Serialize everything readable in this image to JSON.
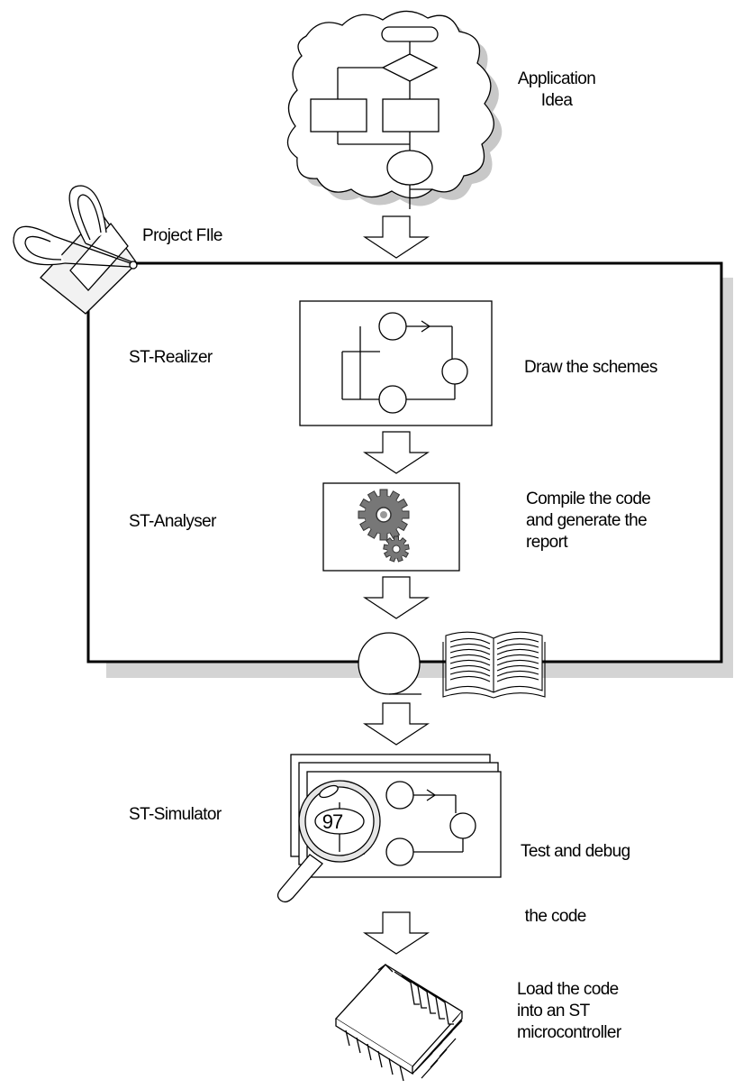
{
  "labels": {
    "application_idea": [
      "Application",
      "Idea"
    ],
    "project_file": "Project FIle",
    "realizer": "ST-Realizer",
    "draw": "Draw the schemes",
    "analyser": "ST-Analyser",
    "compile": [
      "Compile the code",
      "and generate the",
      "report"
    ],
    "simulator": "ST-Simulator",
    "test": [
      "Test and debug",
      " the code"
    ],
    "load": [
      "Load the code",
      "into an ST",
      "microcontroller"
    ],
    "magnifier_value": "97"
  },
  "icons": [
    "cloud-icon",
    "flowchart-icon",
    "binder-clip-icon",
    "scheme-icon",
    "gears-icon",
    "disk-icon",
    "book-icon",
    "magnifier-icon",
    "chip-icon",
    "arrow-down-icon"
  ]
}
